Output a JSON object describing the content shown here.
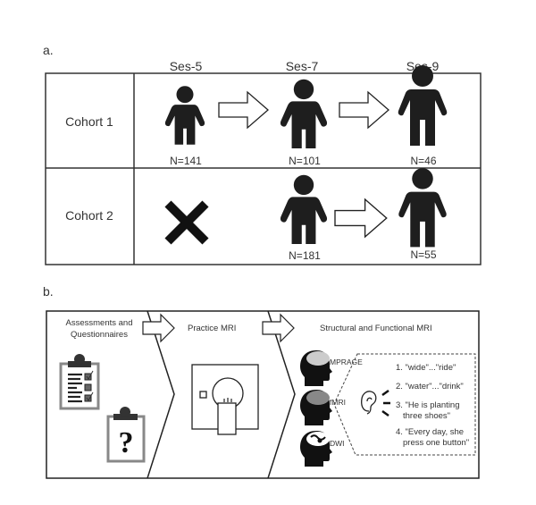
{
  "panel_a": {
    "label": "a.",
    "sessions": [
      "Ses-5",
      "Ses-7",
      "Ses-9"
    ],
    "cohorts": [
      {
        "name": "Cohort 1",
        "counts": [
          "N=141",
          "N=101",
          "N=46"
        ]
      },
      {
        "name": "Cohort 2",
        "counts": [
          "",
          "N=181",
          "N=55"
        ],
        "ses5_status": "not-collected (X)"
      }
    ]
  },
  "panel_b": {
    "label": "b.",
    "stages": [
      {
        "title_line1": "Assessments and",
        "title_line2": "Questionnaires",
        "icons": [
          "checklist-clipboard-icon",
          "question-clipboard-icon"
        ]
      },
      {
        "title": "Practice MRI",
        "icons": [
          "mri-scanner-icon"
        ]
      },
      {
        "title": "Structural and Functional MRI",
        "scans": [
          "MPRAGE",
          "fMRI",
          "DWI"
        ]
      }
    ],
    "stimuli": [
      {
        "line1": "1. \"wide\"...\"ride\""
      },
      {
        "line1": "2. \"water\"...\"drink\""
      },
      {
        "line1": "3. \"He is planting",
        "line2": "three shoes\""
      },
      {
        "line1": "4. \"Every day, she",
        "line2": "press one button\""
      }
    ]
  }
}
